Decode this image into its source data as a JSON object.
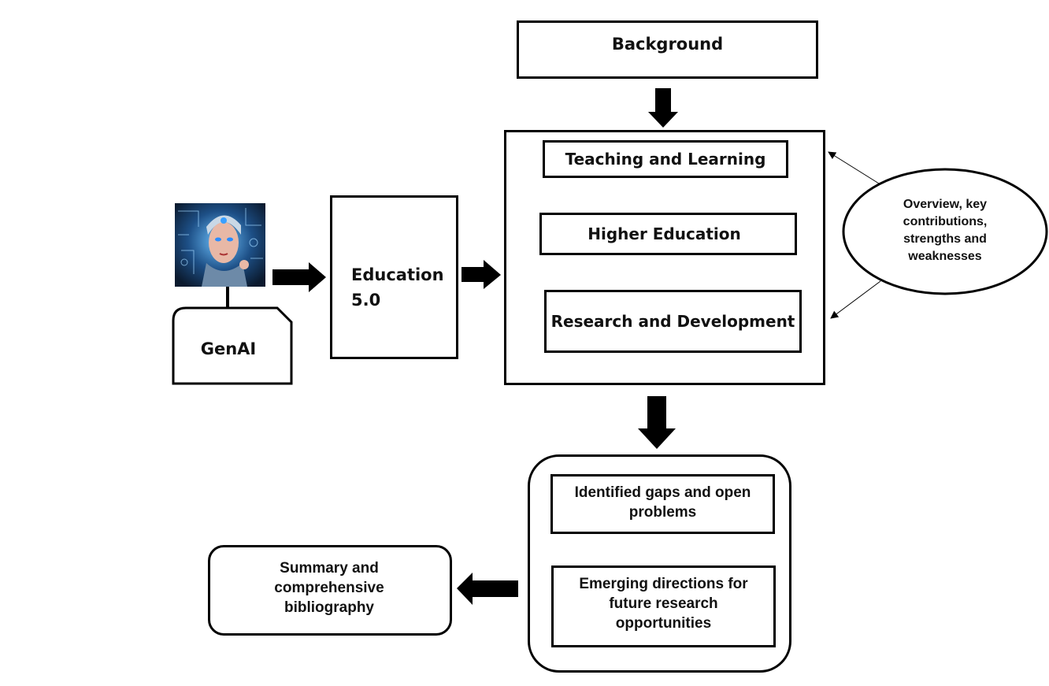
{
  "diagram": {
    "background": "Background",
    "teaching": "Teaching and Learning",
    "higher_education": "Higher Education",
    "research": "Research and Development",
    "education": "Education 5.0",
    "genai": "GenAI",
    "overview": "Overview, key contributions, strengths and weaknesses",
    "gaps": "Identified gaps and open problems",
    "emerging": "Emerging directions for future research opportunities",
    "summary": "Summary and comprehensive bibliography"
  },
  "image": {
    "subject": "ai-portrait-icon"
  },
  "colors": {
    "stroke": "#000000",
    "background": "#ffffff",
    "portrait_dark": "#0b1a2e",
    "portrait_accent": "#3aa0ff"
  }
}
